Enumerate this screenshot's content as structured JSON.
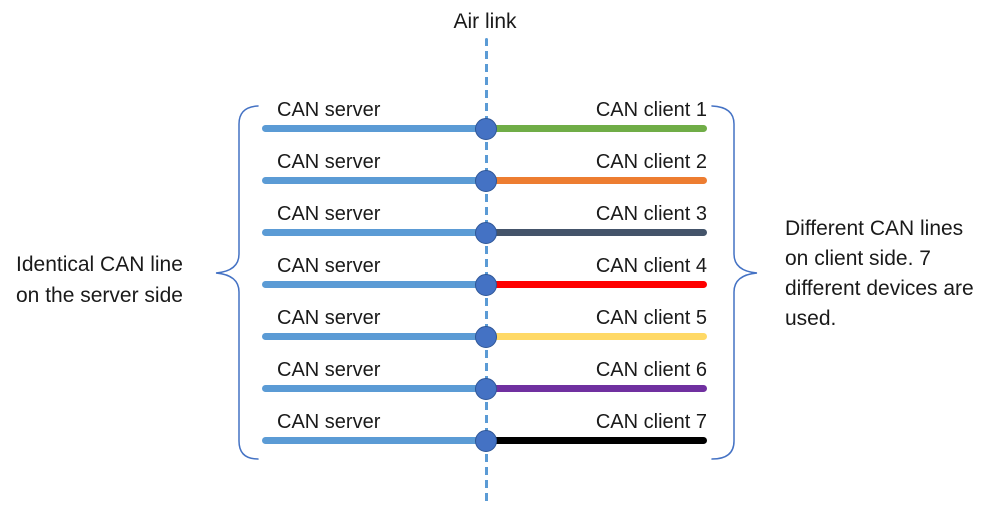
{
  "title": "Air link",
  "annotations": {
    "left": "Identical CAN line on the server side",
    "right": "Different CAN lines on client side. 7 different devices are used."
  },
  "rows": [
    {
      "server_label": "CAN server",
      "client_label": "CAN client 1",
      "client_color": "#70AD47"
    },
    {
      "server_label": "CAN server",
      "client_label": "CAN client 2",
      "client_color": "#ED7D31"
    },
    {
      "server_label": "CAN server",
      "client_label": "CAN client 3",
      "client_color": "#44546A"
    },
    {
      "server_label": "CAN server",
      "client_label": "CAN client 4",
      "client_color": "#FF0000"
    },
    {
      "server_label": "CAN server",
      "client_label": "CAN client 5",
      "client_color": "#FFD966"
    },
    {
      "server_label": "CAN server",
      "client_label": "CAN client 6",
      "client_color": "#7030A0"
    },
    {
      "server_label": "CAN server",
      "client_label": "CAN client 7",
      "client_color": "#000000"
    }
  ],
  "colors": {
    "server_line": "#5B9BD5",
    "dashed_line": "#5B9BD5",
    "dot_fill": "#4472C4",
    "dot_border": "#2E5697",
    "brace": "#4472C4",
    "text": "#1A1A1A"
  }
}
